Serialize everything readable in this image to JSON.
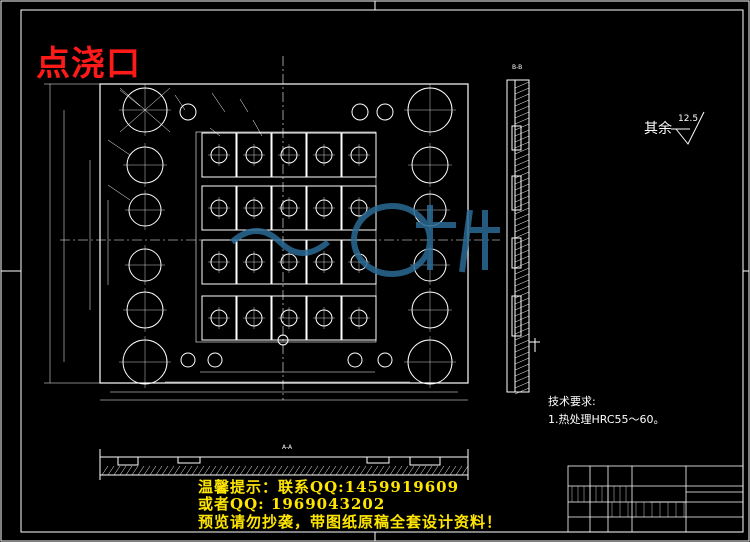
{
  "drawing": {
    "title": "点浇口",
    "section_label": "B-B",
    "bottom_label": "A-A",
    "rest_roughness_label": "其余",
    "rest_roughness_value": "12.5",
    "tech_requirements_title": "技术要求:",
    "tech_requirements_items": [
      "1.热处理HRC55～60。"
    ]
  },
  "watermark": {
    "line1": "温馨提示：联系QQ:1459919609",
    "line2": "或者QQ: 1969043202",
    "line3": "预览请勿抄袭，带图纸原稿全套设计资料！"
  },
  "colors": {
    "background": "#000000",
    "lines": "#ffffff",
    "title": "#ff1a1a",
    "watermark": "#ffe600",
    "logo": "#2a6a95"
  }
}
